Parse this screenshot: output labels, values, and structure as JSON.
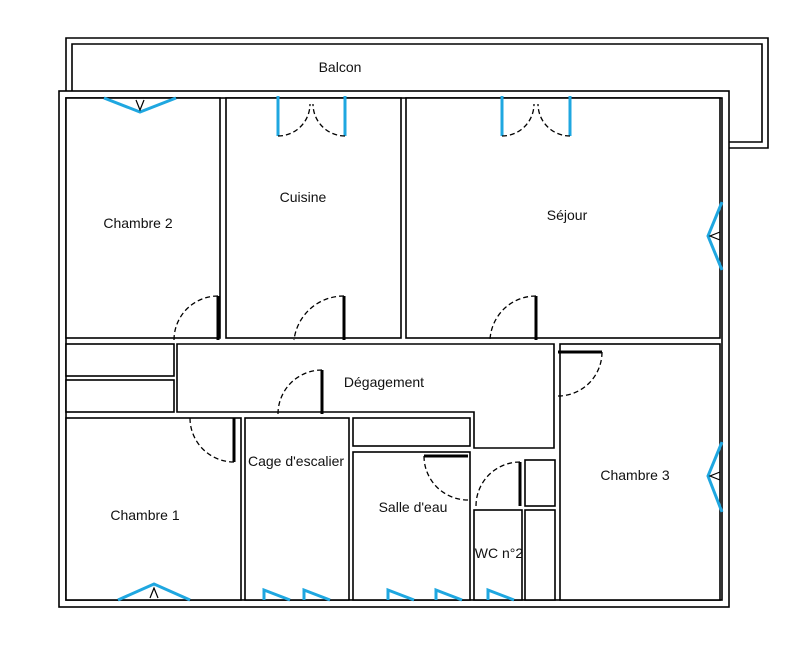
{
  "plan": {
    "rooms": {
      "balcon": "Balcon",
      "chambre2": "Chambre 2",
      "cuisine": "Cuisine",
      "sejour": "Séjour",
      "degagement": "Dégagement",
      "chambre1": "Chambre 1",
      "cage_escalier": "Cage d'escalier",
      "salle_eau": "Salle d'eau",
      "wc": "WC n°2",
      "chambre3": "Chambre 3"
    },
    "colors": {
      "walls": "#000000",
      "windows": "#1fa7e0",
      "background": "#ffffff"
    }
  }
}
